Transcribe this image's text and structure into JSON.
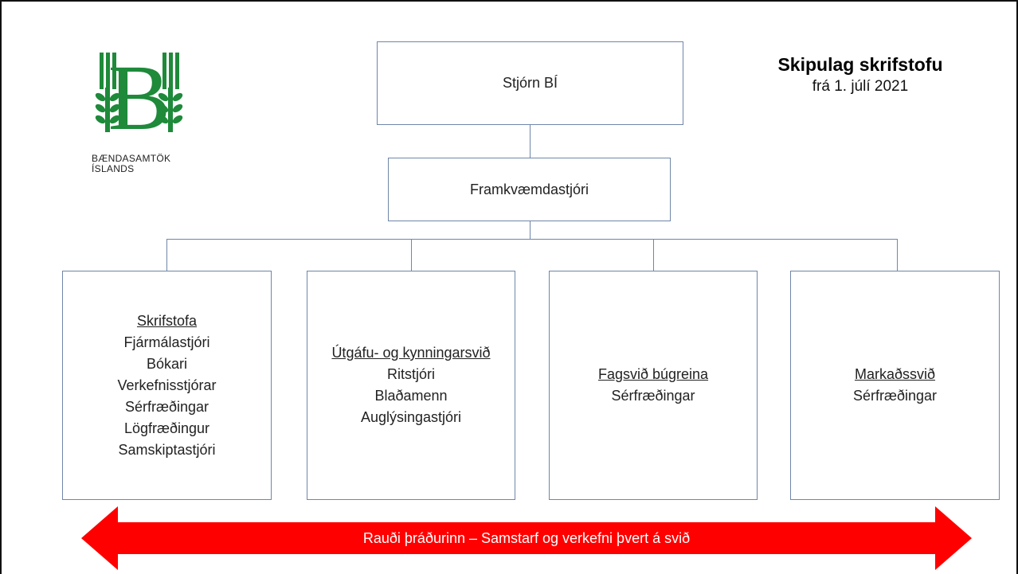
{
  "title": {
    "main": "Skipulag skrifstofu",
    "sub": "frá 1. júlí 2021"
  },
  "logo": {
    "letter": "B",
    "org_line1": "BÆNDASAMTÖK",
    "org_line2": "ÍSLANDS",
    "color": "#1e8a3a"
  },
  "board": {
    "label": "Stjórn BÍ"
  },
  "ceo": {
    "label": "Framkvæmdastjóri"
  },
  "departments": [
    {
      "head": "Skrifstofa",
      "items": [
        "Fjármálastjóri",
        "Bókari",
        "Verkefnisstjórar",
        "Sérfræðingar",
        "Lögfræðingur",
        "Samskiptastjóri"
      ]
    },
    {
      "head": "Útgáfu- og kynningarsvið",
      "items": [
        "Ritstjóri",
        "Blaðamenn",
        "Auglýsingastjóri"
      ]
    },
    {
      "head": "Fagsvið búgreina",
      "items": [
        "Sérfræðingar"
      ]
    },
    {
      "head": "Markaðssvið",
      "items": [
        "Sérfræðingar"
      ]
    }
  ],
  "arrow": {
    "label": "Rauði þráðurinn – Samstarf og verkefni þvert á svið",
    "color": "#ff0000"
  },
  "colors": {
    "connector": "#6f86a8"
  }
}
